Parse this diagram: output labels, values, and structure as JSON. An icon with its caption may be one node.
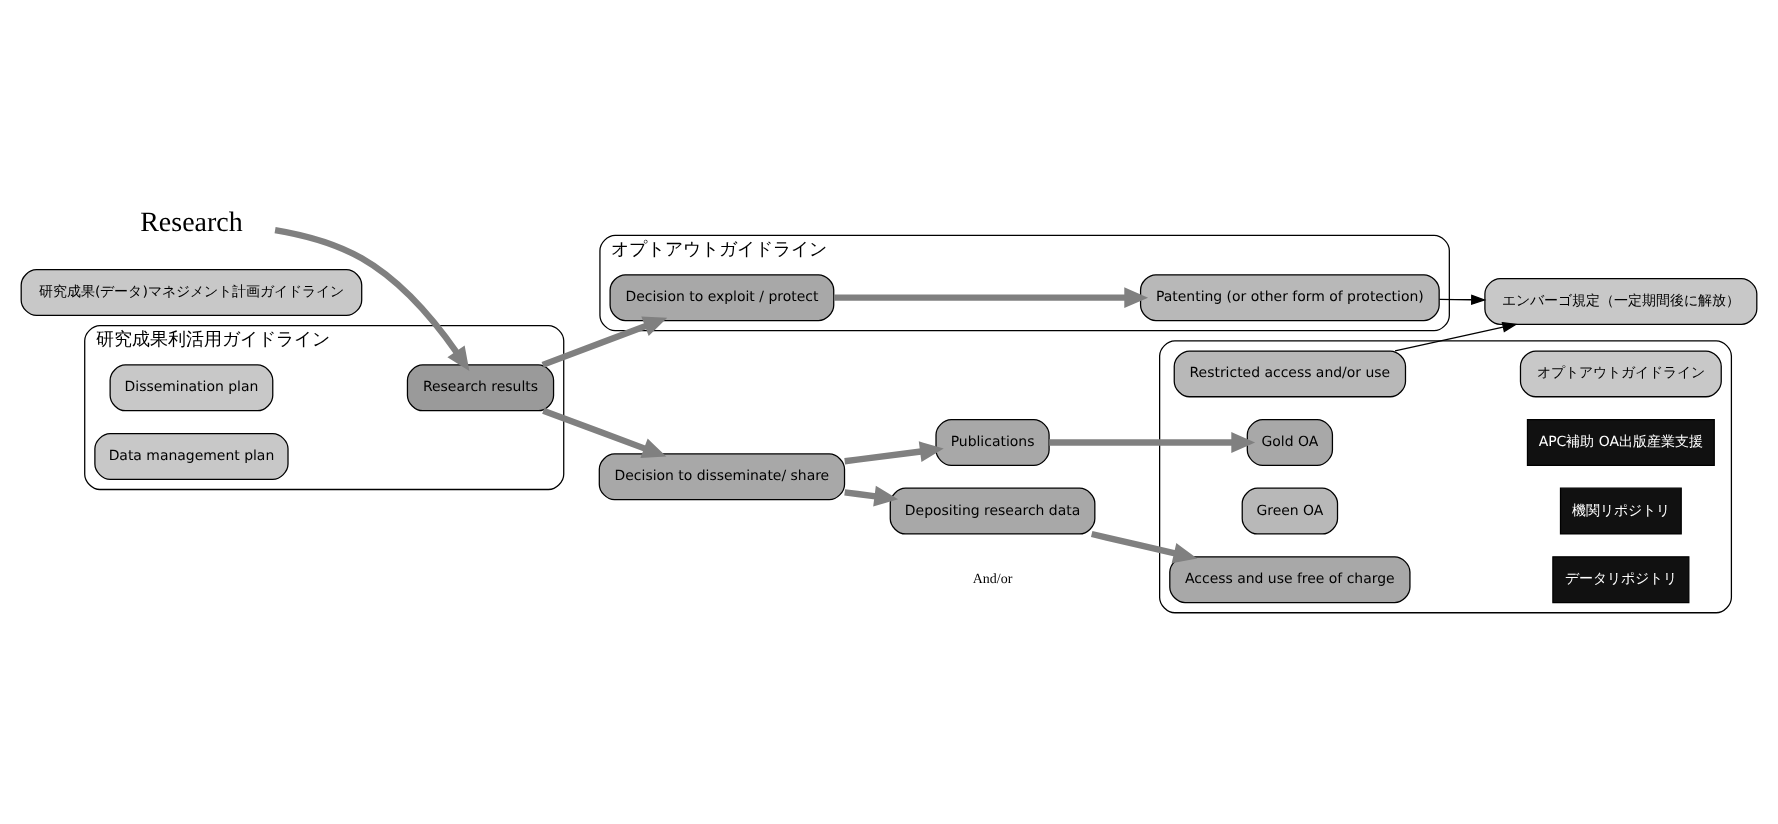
{
  "diagram": {
    "nodes": [
      {
        "text": [
          "Research"
        ]
      },
      {
        "text": [
          "研究成果利活用ガイドライン"
        ]
      },
      {
        "text": [
          "Dissemination plan"
        ],
        "in": 1
      },
      {
        "text": [
          "Research results"
        ],
        "in": 1
      },
      {
        "text": [
          "Data management plan"
        ],
        "in": 1
      },
      {
        "text": [
          "Decision to disseminate/ share"
        ]
      },
      {
        "text": [
          "Publications"
        ]
      },
      {
        "text": [
          "Depositing research data"
        ]
      },
      {
        "text": [
          "オプトアウトガイドライン"
        ]
      },
      {
        "text": [
          "Decision to exploit / protect"
        ],
        "in": 8
      },
      {
        "text": [
          "Patenting (or other form of protection)"
        ],
        "in": 8
      },
      {
        "text": [],
        "shape": "box"
      },
      {
        "text": [
          "Gold OA"
        ],
        "in": 11
      },
      {
        "text": [
          "APC補助 OA出版産業支援"
        ],
        "in": 11
      },
      {
        "text": [
          "Green OA"
        ],
        "in": 11
      },
      {
        "text": [
          "機関リポジトリ"
        ],
        "in": 11
      },
      {
        "text": [
          "Access and use free of charge"
        ],
        "in": 11
      },
      {
        "text": [
          "データリポジトリ"
        ],
        "in": 11
      },
      {
        "text": [
          "Restricted access and/or use"
        ],
        "in": 11
      },
      {
        "text": [
          "オプトアウトガイドライン"
        ],
        "in": 11
      },
      {
        "text": [
          "エンバーゴ規定（一定期間後に解放）"
        ]
      },
      {
        "text": [
          "研究成果(データ)マネジメント計画ガイドライン"
        ]
      }
    ],
    "edges": [
      {
        "from": 0,
        "to": 3,
        "arrow": "to"
      },
      {
        "from": 3,
        "to": 5,
        "arrow": "to"
      },
      {
        "from": 3,
        "to": 9,
        "arrow": "to"
      },
      {
        "from": 5,
        "to": 6,
        "arrow": "to"
      },
      {
        "from": 5,
        "to": 7,
        "arrow": "to"
      },
      {
        "from": 6,
        "to": 12,
        "arrow": "to"
      },
      {
        "from": 7,
        "to": 16,
        "arrow": "to"
      },
      {
        "from": 9,
        "to": 10,
        "arrow": "to"
      },
      {
        "from": 18,
        "to": 20,
        "arrow": "to",
        "color": "#000000"
      },
      {
        "from": 10,
        "to": 20,
        "arrow": "to",
        "color": "#000000"
      }
    ],
    "labels": [
      "And/or"
    ]
  }
}
